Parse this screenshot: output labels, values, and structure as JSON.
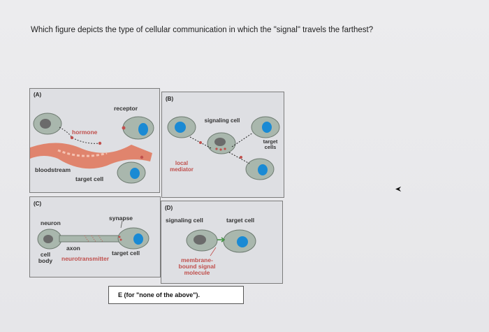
{
  "question": "Which figure depicts the type of cellular communication in which the \"signal\" travels the farthest?",
  "panels": {
    "a": {
      "label": "(A)",
      "receptor": "receptor",
      "hormone": "hormone",
      "bloodstream": "bloodstream",
      "target_cell": "target cell"
    },
    "b": {
      "label": "(B)",
      "signaling_cell": "signaling cell",
      "target_cells": "target cells",
      "local_mediator": "local mediator"
    },
    "c": {
      "label": "(C)",
      "neuron": "neuron",
      "synapse": "synapse",
      "axon": "axon",
      "target_cell": "target cell",
      "cell_body": "cell body",
      "neurotransmitter": "neurotransmitter"
    },
    "d": {
      "label": "(D)",
      "signaling_cell": "signaling cell",
      "target_cell": "target cell",
      "membrane_bound": "membrane-bound signal molecule"
    }
  },
  "option_e": "E (for \"none of the above\").",
  "colors": {
    "cell_fill": "#a9b7ad",
    "nucleus_grey": "#6b6b6b",
    "nucleus_blue": "#1a8ad4",
    "blood_vessel": "#e07a5f",
    "signal_red": "#c0504d",
    "signal_green": "#3a8f3a"
  }
}
